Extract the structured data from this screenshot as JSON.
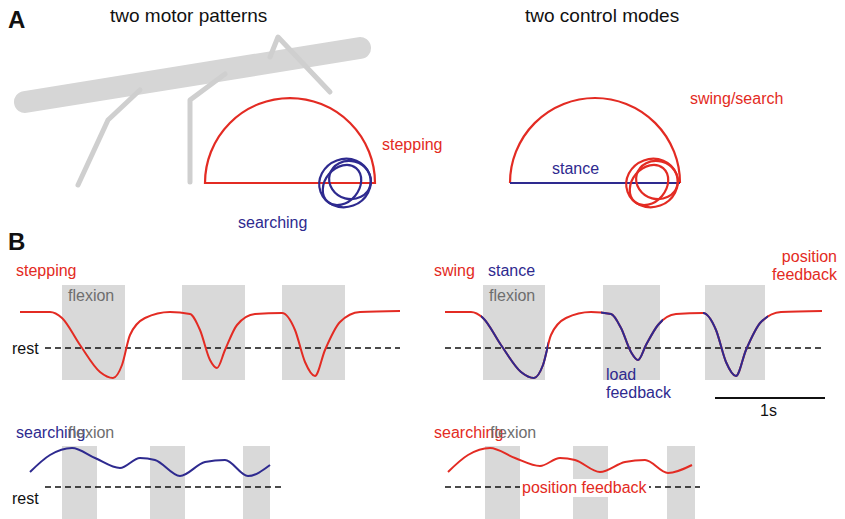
{
  "diagram": {
    "labels": [
      "A",
      "two motor patterns",
      "two control modes",
      "stepping",
      "swing/search",
      "stance",
      "searching",
      "B",
      "stepping",
      "flexion",
      "swing",
      "stance",
      "flexion",
      "position feedback",
      "rest",
      "load feedback",
      "1s",
      "searching",
      "flexion",
      "rest",
      "searching",
      "flexion",
      "position feedback"
    ]
  }
}
